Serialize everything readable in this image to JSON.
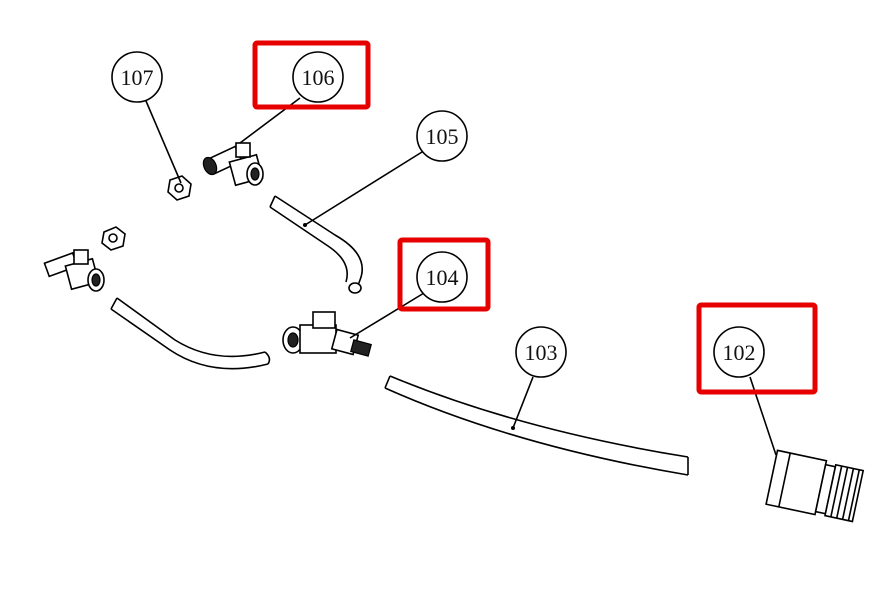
{
  "diagram": {
    "callouts": [
      {
        "id": "107",
        "highlighted": false
      },
      {
        "id": "106",
        "highlighted": true
      },
      {
        "id": "105",
        "highlighted": false
      },
      {
        "id": "104",
        "highlighted": true
      },
      {
        "id": "103",
        "highlighted": false
      },
      {
        "id": "102",
        "highlighted": true
      }
    ],
    "highlight_color": "#e60000"
  }
}
